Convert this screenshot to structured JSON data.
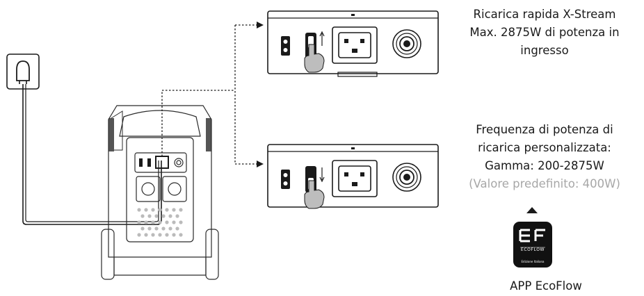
{
  "texts": {
    "xstream_line1": "Ricarica rapida X-Stream",
    "xstream_line2": "Max. 2875W di potenza in",
    "xstream_line3": "ingresso",
    "custom_line1": "Frequenza di potenza di",
    "custom_line2": "ricarica personalizzata:",
    "custom_line3": "Gamma: 200-2875W",
    "custom_line4": "(Valore predefinito: 400W)",
    "app_label": "APP EcoFlow"
  },
  "app_icon": {
    "brand": "ECOFLOW",
    "edition": "Edizione Italiana"
  },
  "colors": {
    "line": "#1a1a1a",
    "muted_text": "#a7a7a7",
    "icon_bg": "#111111"
  },
  "icons": [
    "wall-socket-icon",
    "power-station-icon",
    "switch-up-icon",
    "switch-down-icon",
    "hand-pointer-icon",
    "ecoflow-app-icon"
  ]
}
